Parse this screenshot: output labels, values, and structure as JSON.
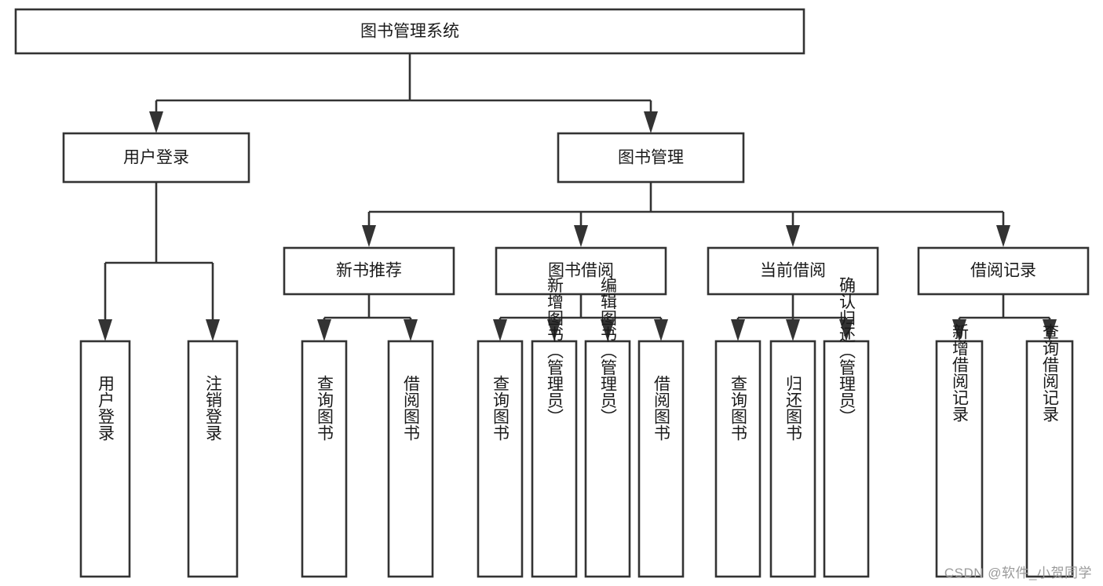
{
  "diagram": {
    "type": "tree",
    "title": "图书管理系统",
    "root": {
      "id": "root",
      "label": "图书管理系统",
      "orientation": "horizontal"
    },
    "level2": [
      {
        "id": "user-login",
        "label": "用户登录",
        "orientation": "horizontal"
      },
      {
        "id": "book-management",
        "label": "图书管理",
        "orientation": "horizontal"
      }
    ],
    "level3": [
      {
        "id": "new-book-recommend",
        "label": "新书推荐",
        "orientation": "horizontal",
        "parent": "book-management"
      },
      {
        "id": "book-borrow",
        "label": "图书借阅",
        "orientation": "horizontal",
        "parent": "book-management"
      },
      {
        "id": "current-borrow",
        "label": "当前借阅",
        "orientation": "horizontal",
        "parent": "book-management"
      },
      {
        "id": "borrow-record",
        "label": "借阅记录",
        "orientation": "horizontal",
        "parent": "book-management"
      }
    ],
    "leaves": [
      {
        "id": "leaf-user-login",
        "label": "用户登录",
        "orientation": "vertical",
        "parent": "user-login"
      },
      {
        "id": "leaf-logout",
        "label": "注销登录",
        "orientation": "vertical",
        "parent": "user-login"
      },
      {
        "id": "leaf-query-book-1",
        "label": "查询图书",
        "orientation": "vertical",
        "parent": "new-book-recommend"
      },
      {
        "id": "leaf-borrow-book-1",
        "label": "借阅图书",
        "orientation": "vertical",
        "parent": "new-book-recommend"
      },
      {
        "id": "leaf-query-book-2",
        "label": "查询图书",
        "orientation": "vertical",
        "parent": "book-borrow"
      },
      {
        "id": "leaf-add-book",
        "label": "新增图书（管理员）",
        "orientation": "vertical",
        "parent": "book-borrow"
      },
      {
        "id": "leaf-edit-book",
        "label": "编辑图书（管理员）",
        "orientation": "vertical",
        "parent": "book-borrow"
      },
      {
        "id": "leaf-borrow-book-2",
        "label": "借阅图书",
        "orientation": "vertical",
        "parent": "book-borrow"
      },
      {
        "id": "leaf-query-book-3",
        "label": "查询图书",
        "orientation": "vertical",
        "parent": "current-borrow"
      },
      {
        "id": "leaf-return-book",
        "label": "归还图书",
        "orientation": "vertical",
        "parent": "current-borrow"
      },
      {
        "id": "leaf-confirm-return",
        "label": "确认归还（管理员）",
        "orientation": "vertical",
        "parent": "current-borrow"
      },
      {
        "id": "leaf-add-record",
        "label": "新增借阅记录",
        "orientation": "vertical",
        "parent": "borrow-record"
      },
      {
        "id": "leaf-query-record",
        "label": "查询借阅记录",
        "orientation": "vertical",
        "parent": "borrow-record"
      }
    ]
  },
  "watermark": {
    "text": "CSDN @软件_小贺同学"
  },
  "colors": {
    "stroke": "#333333",
    "fill": "#ffffff",
    "text": "#1a1a1a",
    "watermark": "#9a9a9a"
  }
}
